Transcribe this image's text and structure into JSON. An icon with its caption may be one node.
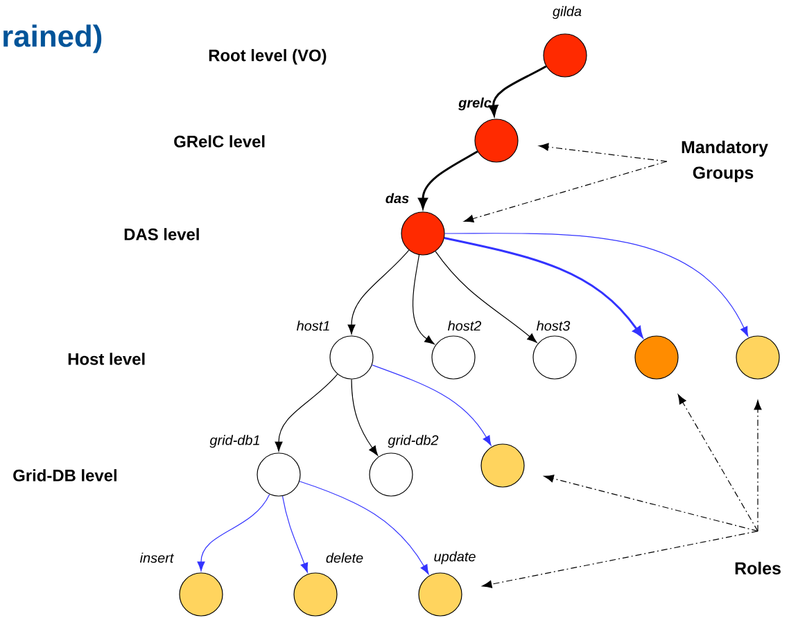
{
  "diagram": {
    "nodes": [
      {
        "text": [
          "gilda"
        ]
      },
      {
        "text": [
          "grelc"
        ]
      },
      {
        "text": [
          "das"
        ]
      },
      {
        "text": [
          "host1"
        ]
      },
      {
        "text": [
          "host2"
        ]
      },
      {
        "text": [
          "host3"
        ]
      },
      {
        "text": [],
        "shape": "circle"
      },
      {
        "text": [],
        "shape": "circle"
      },
      {
        "text": [
          "grid-db1"
        ]
      },
      {
        "text": [
          "grid-db2"
        ]
      },
      {
        "text": [],
        "shape": "circle"
      },
      {
        "text": [
          "insert"
        ]
      },
      {
        "text": [
          "delete"
        ]
      },
      {
        "text": [
          "update"
        ]
      },
      {
        "text": [
          "Mandatory Groups"
        ]
      },
      {
        "text": [
          "Roles"
        ]
      }
    ],
    "edges": [
      {
        "from": 0,
        "to": 1,
        "arrow": "to",
        "style": "thick"
      },
      {
        "from": 1,
        "to": 2,
        "arrow": "to",
        "style": "thick"
      },
      {
        "from": 2,
        "to": 3,
        "arrow": "to"
      },
      {
        "from": 2,
        "to": 4,
        "arrow": "to"
      },
      {
        "from": 2,
        "to": 5,
        "arrow": "to"
      },
      {
        "from": 2,
        "to": 6,
        "arrow": "to",
        "style": "thick",
        "color": "#3333ff"
      },
      {
        "from": 2,
        "to": 7,
        "arrow": "to",
        "color": "#3333ff"
      },
      {
        "from": 3,
        "to": 8,
        "arrow": "to"
      },
      {
        "from": 3,
        "to": 9,
        "arrow": "to"
      },
      {
        "from": 3,
        "to": 10,
        "arrow": "to",
        "color": "#3333ff"
      },
      {
        "from": 8,
        "to": 11,
        "arrow": "to",
        "color": "#3333ff"
      },
      {
        "from": 8,
        "to": 12,
        "arrow": "to",
        "color": "#3333ff"
      },
      {
        "from": 8,
        "to": 13,
        "arrow": "to",
        "color": "#3333ff"
      },
      {
        "from": 14,
        "to": 1,
        "arrow": "to",
        "style": "dashed"
      },
      {
        "from": 14,
        "to": 2,
        "arrow": "to",
        "style": "dashed"
      },
      {
        "from": 15,
        "to": 6,
        "arrow": "to",
        "style": "dashed"
      },
      {
        "from": 15,
        "to": 7,
        "arrow": "to",
        "style": "dashed"
      },
      {
        "from": 15,
        "to": 10,
        "arrow": "to",
        "style": "dashed"
      },
      {
        "from": 15,
        "to": 13,
        "arrow": "to",
        "style": "dashed"
      }
    ],
    "labels": [
      "rained)",
      "Root level (VO)",
      "GRelC level",
      "DAS level",
      "Host level",
      "Grid-DB level"
    ]
  }
}
